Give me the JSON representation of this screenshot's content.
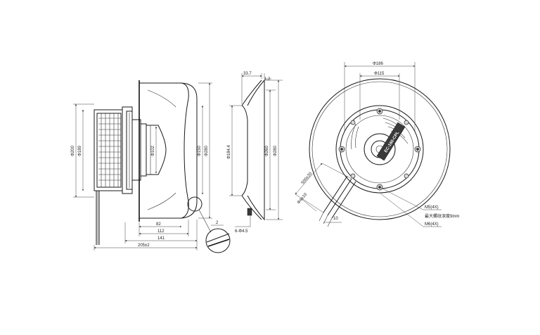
{
  "side_view": {
    "dims_vertical": [
      "Φ200",
      "Φ189",
      "Φ102",
      "Φ150",
      "Φ280"
    ],
    "dims_horizontal": [
      "82",
      "112",
      "141",
      "205±2"
    ],
    "detail_dim": "2"
  },
  "profile_view": {
    "dims_top": [
      "33.7",
      "1.2"
    ],
    "dims_vertical": [
      "Φ184.4",
      "Φ260",
      "Φ280"
    ],
    "hole_dim": "6-Φ4.5"
  },
  "front_view": {
    "dims_top": [
      "Φ186",
      "Φ115"
    ],
    "cable_dims": [
      "500±20",
      "Φ4±10",
      "10"
    ],
    "callouts": [
      "M5(4X)",
      "最大螺纹深度9mm",
      "M6(4X)"
    ],
    "label_text": "EC-160-CPL"
  }
}
